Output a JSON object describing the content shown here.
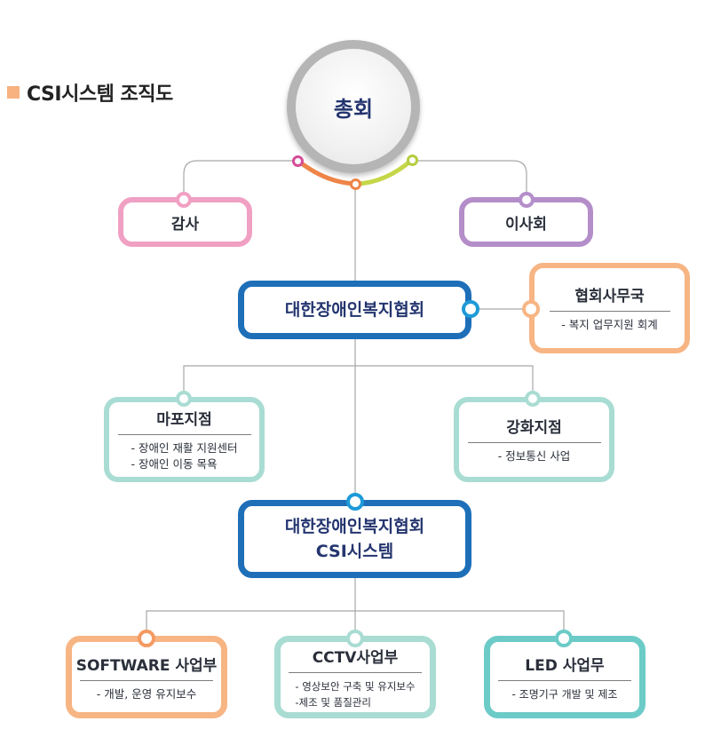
{
  "title": "CSI시스템 조직도",
  "top": {
    "label": "총회"
  },
  "audit": {
    "label": "감사"
  },
  "board": {
    "label": "이사회"
  },
  "main": {
    "label": "대한장애인복지협회"
  },
  "secretariat": {
    "label": "협회사무국",
    "items": [
      "- 복지 업무지원 회계"
    ]
  },
  "mapo": {
    "label": "마포지점",
    "items": [
      "- 장애인 재활 지원센터",
      "- 장애인 이동 목욕"
    ]
  },
  "ganghwa": {
    "label": "강화지점",
    "items": [
      "- 정보통신 사업"
    ]
  },
  "csi": {
    "line1": "대한장애인복지협회",
    "line2": "CSI시스템"
  },
  "software": {
    "label": "SOFTWARE 사업부",
    "items": [
      "- 개발, 운영 유지보수"
    ]
  },
  "cctv": {
    "label": "CCTV사업부",
    "items": [
      "- 영상보안 구축 및 유지보수",
      "-제조 및 품질관리"
    ]
  },
  "led": {
    "label": "LED 사업무",
    "items": [
      "- 조명기구 개발 및 제조"
    ]
  },
  "colors": {
    "pink": "#f0a0c3",
    "purple": "#b48ec9",
    "blue": "#1e6fb8",
    "orange": "#f7b584",
    "teal": "#a9dcd3",
    "teal_dark": "#6ccbc7",
    "navy": "#24356f"
  }
}
